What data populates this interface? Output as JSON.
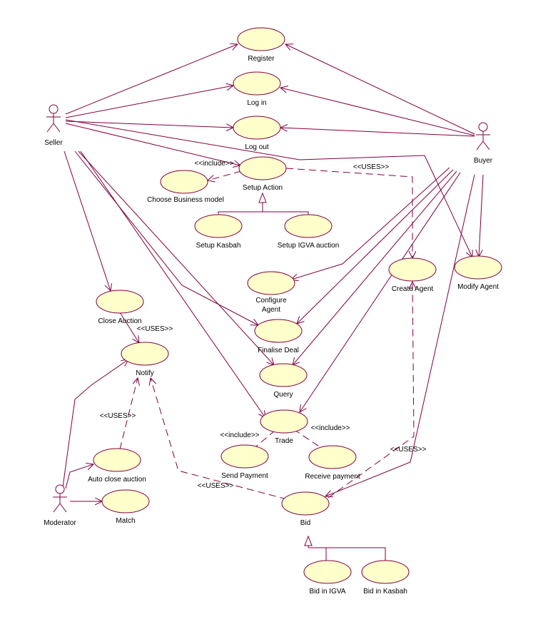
{
  "colors": {
    "line": "#800040",
    "usecase_fill": "#ffffcc",
    "text": "#000000"
  },
  "actors": [
    {
      "id": "seller",
      "label": "Seller"
    },
    {
      "id": "buyer",
      "label": "Buyer"
    },
    {
      "id": "moderator",
      "label": "Moderator"
    }
  ],
  "use_cases": [
    {
      "id": "register",
      "label": "Register"
    },
    {
      "id": "login",
      "label": "Log in"
    },
    {
      "id": "logout",
      "label": "Log out"
    },
    {
      "id": "setup_action",
      "label": "Setup Action"
    },
    {
      "id": "choose_business",
      "label": "Choose Business model"
    },
    {
      "id": "setup_kasbah",
      "label": "Setup Kasbah"
    },
    {
      "id": "setup_igva",
      "label": "Setup IGVA auction"
    },
    {
      "id": "configure_agent",
      "label": "Configure Agent"
    },
    {
      "id": "create_agent",
      "label": "Create Agent"
    },
    {
      "id": "modify_agent",
      "label": "Modify Agent"
    },
    {
      "id": "close_auction",
      "label": "Close Auction"
    },
    {
      "id": "finalise_deal",
      "label": "Finalise Deal"
    },
    {
      "id": "notify",
      "label": "Notify"
    },
    {
      "id": "query",
      "label": "Query"
    },
    {
      "id": "trade",
      "label": "Trade"
    },
    {
      "id": "send_payment",
      "label": "Send Payment"
    },
    {
      "id": "receive_payment",
      "label": "Receive payment"
    },
    {
      "id": "auto_close",
      "label": "Auto close auction"
    },
    {
      "id": "match",
      "label": "Match"
    },
    {
      "id": "bid",
      "label": "Bid"
    },
    {
      "id": "bid_igva",
      "label": "Bid in IGVA"
    },
    {
      "id": "bid_kasbah",
      "label": "Bid in Kasbah"
    }
  ],
  "relations": [
    {
      "id": "e1",
      "from": "seller",
      "to": "register",
      "kind": "association"
    },
    {
      "id": "e2",
      "from": "seller",
      "to": "login",
      "kind": "association"
    },
    {
      "id": "e3",
      "from": "seller",
      "to": "logout",
      "kind": "association"
    },
    {
      "id": "e4",
      "from": "seller",
      "to": "setup_action",
      "kind": "association"
    },
    {
      "id": "e5",
      "from": "seller",
      "to": "modify_agent",
      "kind": "association"
    },
    {
      "id": "e6",
      "from": "seller",
      "to": "close_auction",
      "kind": "association"
    },
    {
      "id": "e7",
      "from": "seller",
      "to": "finalise_deal",
      "kind": "association"
    },
    {
      "id": "e8",
      "from": "seller",
      "to": "query",
      "kind": "association"
    },
    {
      "id": "e9",
      "from": "seller",
      "to": "trade",
      "kind": "association"
    },
    {
      "id": "e10",
      "from": "buyer",
      "to": "register",
      "kind": "association"
    },
    {
      "id": "e11",
      "from": "buyer",
      "to": "login",
      "kind": "association"
    },
    {
      "id": "e12",
      "from": "buyer",
      "to": "logout",
      "kind": "association"
    },
    {
      "id": "e13",
      "from": "buyer",
      "to": "configure_agent",
      "kind": "association"
    },
    {
      "id": "e14",
      "from": "buyer",
      "to": "finalise_deal",
      "kind": "association"
    },
    {
      "id": "e15",
      "from": "buyer",
      "to": "query",
      "kind": "association"
    },
    {
      "id": "e16",
      "from": "buyer",
      "to": "trade",
      "kind": "association"
    },
    {
      "id": "e17",
      "from": "buyer",
      "to": "modify_agent",
      "kind": "association"
    },
    {
      "id": "e18",
      "from": "buyer",
      "to": "bid",
      "kind": "association"
    },
    {
      "id": "e19",
      "from": "setup_action",
      "to": "create_agent",
      "kind": "dependency",
      "label": "<<USES>>"
    },
    {
      "id": "e20",
      "from": "setup_action",
      "to": "choose_business",
      "kind": "dependency",
      "label": "<<include>>"
    },
    {
      "id": "e21",
      "from": "close_auction",
      "to": "notify",
      "kind": "association",
      "label": "<<USES>>"
    },
    {
      "id": "e22",
      "from": "moderator",
      "to": "notify",
      "kind": "association"
    },
    {
      "id": "e23",
      "from": "moderator",
      "to": "auto_close",
      "kind": "association"
    },
    {
      "id": "e24",
      "from": "moderator",
      "to": "match",
      "kind": "association"
    },
    {
      "id": "e25",
      "from": "auto_close",
      "to": "notify",
      "kind": "dependency",
      "label": "<<USES>>"
    },
    {
      "id": "e26",
      "from": "bid",
      "to": "notify",
      "kind": "dependency",
      "label": "<<USES>>"
    },
    {
      "id": "e27",
      "from": "bid",
      "to": "create_agent",
      "kind": "dependency",
      "label": "<<USES>>"
    },
    {
      "id": "e28",
      "from": "trade",
      "to": "send_payment",
      "kind": "dependency",
      "label": "<<include>>"
    },
    {
      "id": "e29",
      "from": "trade",
      "to": "receive_payment",
      "kind": "dependency",
      "label": "<<include>>"
    },
    {
      "id": "g1",
      "from": "setup_kasbah",
      "to": "setup_action",
      "kind": "generalization"
    },
    {
      "id": "g2",
      "from": "setup_igva",
      "to": "setup_action",
      "kind": "generalization"
    },
    {
      "id": "g3",
      "from": "bid_igva",
      "to": "bid",
      "kind": "generalization"
    },
    {
      "id": "g4",
      "from": "bid_kasbah",
      "to": "bid",
      "kind": "generalization"
    }
  ]
}
